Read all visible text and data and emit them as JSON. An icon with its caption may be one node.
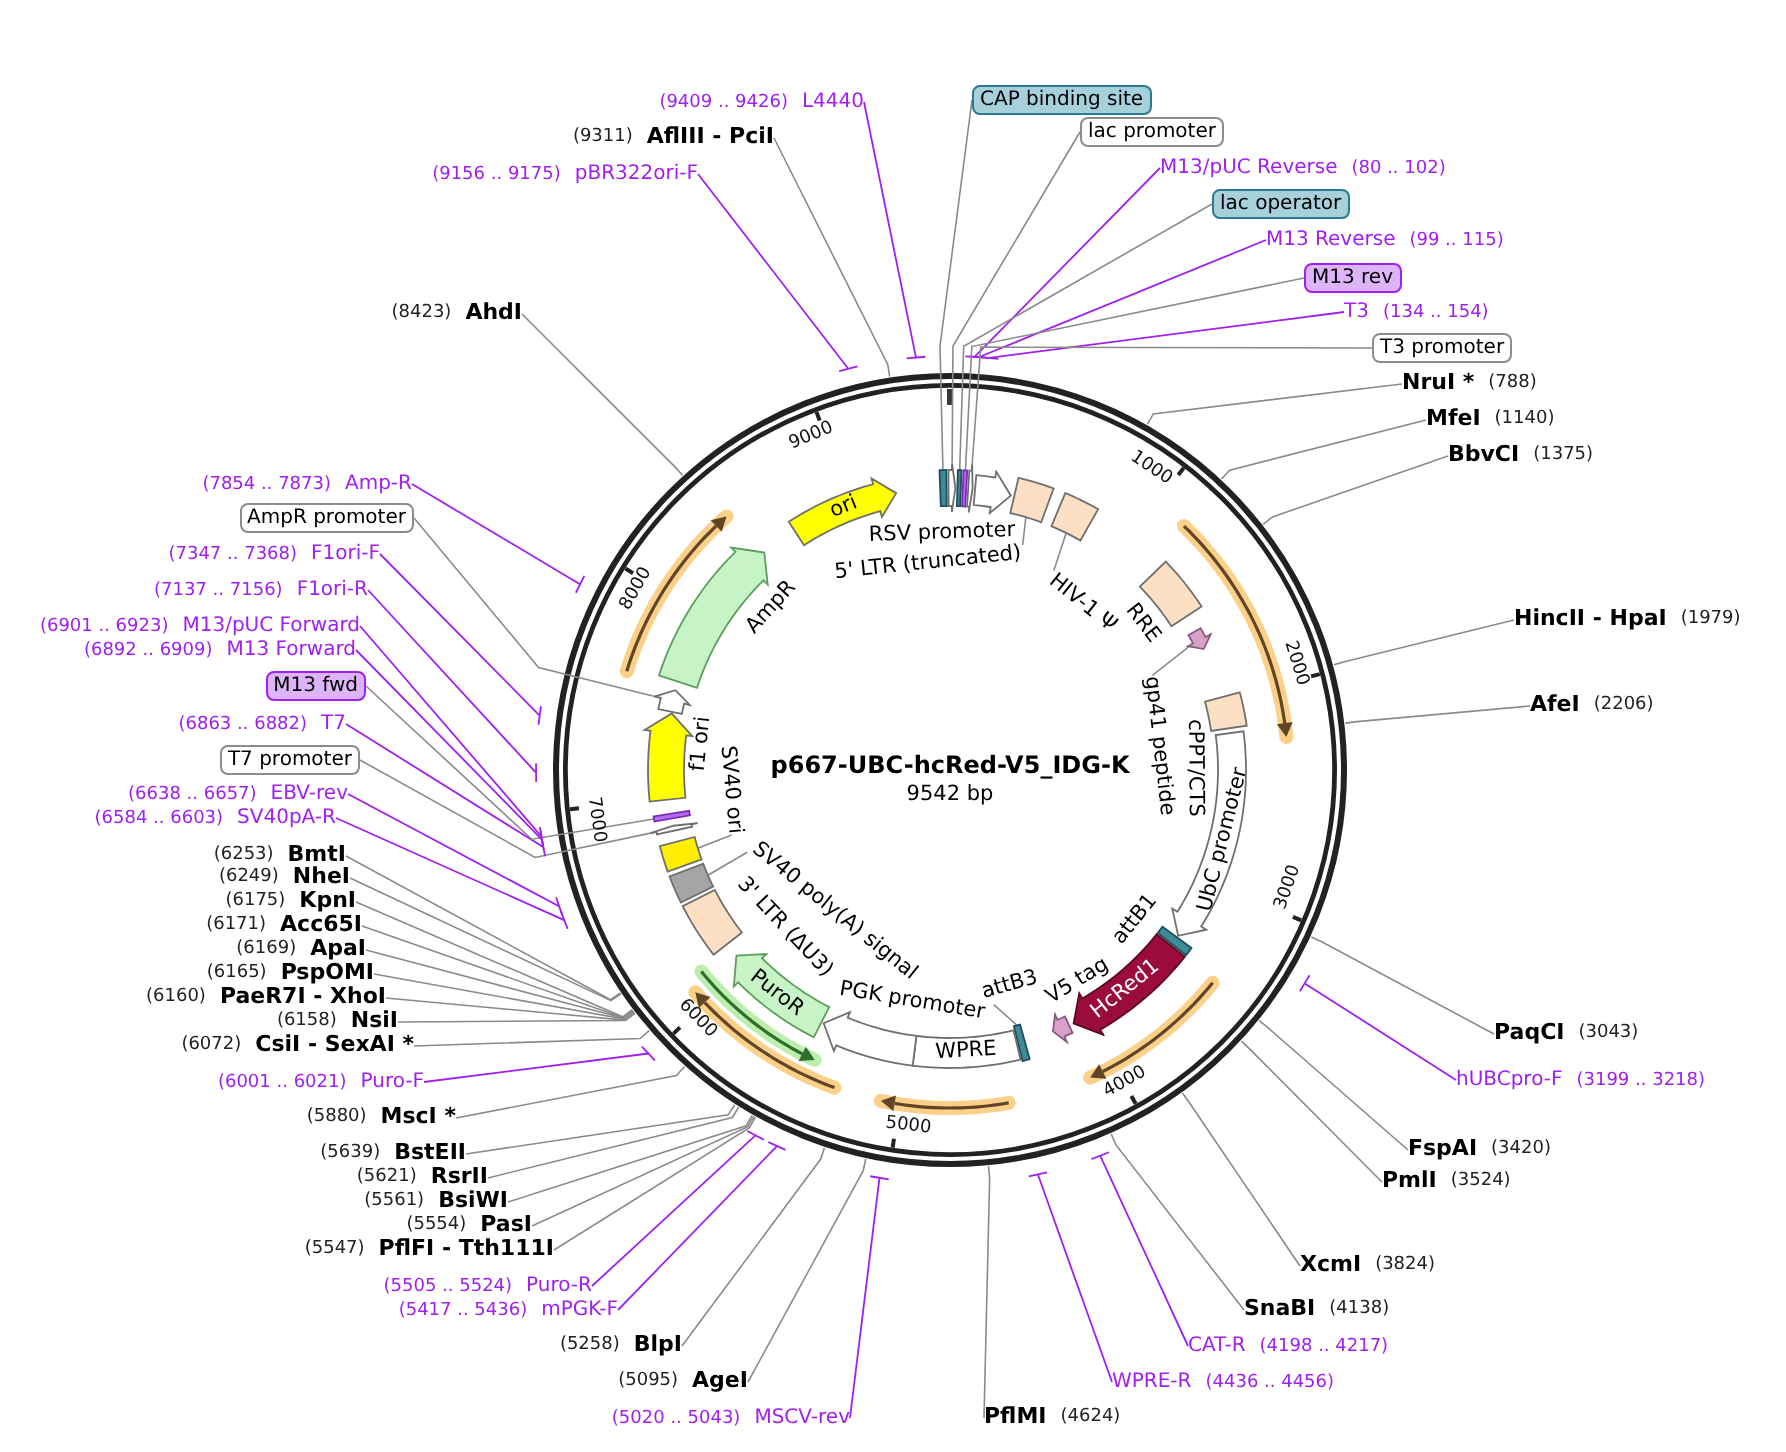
{
  "diagram": {
    "title": "p667-UBC-hcRed-V5_IDG-K",
    "nodes": [
      {
        "text": [
          "CAP binding site"
        ]
      },
      {
        "text": [
          "lac promoter"
        ]
      },
      {
        "text": [
          "M13/pUC Reverse",
          "(80 .. 102)"
        ]
      },
      {
        "text": [
          "lac operator"
        ]
      },
      {
        "text": [
          "M13 Reverse",
          "(99 .. 115)"
        ]
      },
      {
        "text": [
          "M13 rev"
        ]
      },
      {
        "text": [
          "T3",
          "(134 .. 154)"
        ]
      },
      {
        "text": [
          "T3 promoter"
        ]
      },
      {
        "text": [
          "NruI *",
          "(788)"
        ]
      },
      {
        "text": [
          "MfeI",
          "(1140)"
        ]
      },
      {
        "text": [
          "BbvCI",
          "(1375)"
        ]
      },
      {
        "text": [
          "HincII - HpaI",
          "(1979)"
        ]
      },
      {
        "text": [
          "AfeI",
          "(2206)"
        ]
      },
      {
        "text": [
          "PaqCI",
          "(3043)"
        ]
      },
      {
        "text": [
          "hUBCpro-F",
          "(3199 .. 3218)"
        ]
      },
      {
        "text": [
          "FspAI",
          "(3420)"
        ]
      },
      {
        "text": [
          "PmlI",
          "(3524)"
        ]
      },
      {
        "text": [
          "XcmI",
          "(3824)"
        ]
      },
      {
        "text": [
          "SnaBI",
          "(4138)"
        ]
      },
      {
        "text": [
          "CAT-R",
          "(4198 .. 4217)"
        ]
      },
      {
        "text": [
          "WPRE-R",
          "(4436 .. 4456)"
        ]
      },
      {
        "text": [
          "PflMI",
          "(4624)"
        ]
      },
      {
        "text": [
          "(5020 .. 5043)",
          "MSCV-rev"
        ]
      },
      {
        "text": [
          "(5095)",
          "AgeI"
        ]
      },
      {
        "text": [
          "(5258)",
          "BlpI"
        ]
      },
      {
        "text": [
          "(5417 .. 5436)",
          "mPGK-F"
        ]
      },
      {
        "text": [
          "(5505 .. 5524)",
          "Puro-R"
        ]
      },
      {
        "text": [
          "(5547)",
          "PflFI - Tth111I"
        ]
      },
      {
        "text": [
          "(5554)",
          "PasI"
        ]
      },
      {
        "text": [
          "(5561)",
          "BsiWI"
        ]
      },
      {
        "text": [
          "(5621)",
          "RsrII"
        ]
      },
      {
        "text": [
          "(5639)",
          "BstEII"
        ]
      },
      {
        "text": [
          "(5880)",
          "MscI *"
        ]
      },
      {
        "text": [
          "(6001 .. 6021)",
          "Puro-F"
        ]
      },
      {
        "text": [
          "(6072)",
          "CsiI - SexAI *"
        ]
      },
      {
        "text": [
          "(6158)",
          "NsiI"
        ]
      },
      {
        "text": [
          "(6160)",
          "PaeR7I - XhoI"
        ]
      },
      {
        "text": [
          "(6165)",
          "PspOMI"
        ]
      },
      {
        "text": [
          "(6169)",
          "ApaI"
        ]
      },
      {
        "text": [
          "(6171)",
          "Acc65I"
        ]
      },
      {
        "text": [
          "(6175)",
          "KpnI"
        ]
      },
      {
        "text": [
          "(6249)",
          "NheI"
        ]
      },
      {
        "text": [
          "(6253)",
          "BmtI"
        ]
      },
      {
        "text": [
          "(6584 .. 6603)",
          "SV40pA-R"
        ]
      },
      {
        "text": [
          "(6638 .. 6657)",
          "EBV-rev"
        ]
      },
      {
        "text": [
          "T7 promoter"
        ]
      },
      {
        "text": [
          "(6863 .. 6882)",
          "T7"
        ]
      },
      {
        "text": [
          "M13 fwd"
        ]
      },
      {
        "text": [
          "(6892 .. 6909)",
          "M13 Forward"
        ]
      },
      {
        "text": [
          "(6901 .. 6923)",
          "M13/pUC Forward"
        ]
      },
      {
        "text": [
          "(7137 .. 7156)",
          "F1ori-R"
        ]
      },
      {
        "text": [
          "(7347 .. 7368)",
          "F1ori-F"
        ]
      },
      {
        "text": [
          "AmpR promoter"
        ]
      },
      {
        "text": [
          "(7854 .. 7873)",
          "Amp-R"
        ]
      },
      {
        "text": [
          "(8423)",
          "AhdI"
        ]
      },
      {
        "text": [
          "(9156 .. 9175)",
          "pBR322ori-F"
        ]
      },
      {
        "text": [
          "(9311)",
          "AflIII - PciI"
        ]
      },
      {
        "text": [
          "(9409 .. 9426)",
          "L4440"
        ]
      },
      {
        "text": [],
        "shape": "arrow",
        "beside": [
          "RSV promoter"
        ]
      },
      {
        "text": [],
        "shape": "box"
      },
      {
        "text": [
          "5' LTR (truncated)"
        ]
      },
      {
        "text": [],
        "shape": "box"
      },
      {
        "text": [
          "HIV-1 Ψ"
        ]
      },
      {
        "text": [],
        "shape": "box",
        "beside": [
          "RRE"
        ]
      },
      {
        "text": [],
        "shape": "arrow"
      },
      {
        "text": [
          "gp41 peptide"
        ]
      },
      {
        "text": [],
        "shape": "box",
        "beside": [
          "cPPT/CTS"
        ]
      },
      {
        "text": [
          "UbC promoter"
        ]
      },
      {
        "text": [],
        "shape": "box",
        "beside": [
          "attB1"
        ]
      },
      {
        "text": [
          "HcRed1"
        ]
      },
      {
        "text": [],
        "shape": "arrow"
      },
      {
        "text": [],
        "shape": "box"
      },
      {
        "text": [
          "attB3"
        ]
      },
      {
        "text": [
          "WPRE"
        ]
      },
      {
        "text": [],
        "shape": "arrow",
        "beside": [
          "PGK promoter"
        ]
      },
      {
        "text": [
          "PuroR"
        ]
      },
      {
        "text": [],
        "shape": "box",
        "beside": [
          "3' LTR (ΔU3)"
        ]
      },
      {
        "text": [],
        "shape": "box"
      },
      {
        "text": [
          "SV40 poly(A) signal"
        ]
      },
      {
        "text": [],
        "shape": "box"
      },
      {
        "text": [
          "SV40 ori"
        ]
      },
      {
        "text": [],
        "shape": "arrow",
        "beside": [
          "f1 ori"
        ]
      },
      {
        "text": [],
        "shape": "arrow"
      },
      {
        "text": [],
        "shape": "arrow",
        "beside": [
          "AmpR"
        ]
      },
      {
        "text": [
          "ori"
        ]
      },
      {
        "text": [],
        "shape": "box"
      },
      {
        "text": [],
        "shape": "arrow"
      },
      {
        "text": [],
        "shape": "box"
      },
      {
        "text": [],
        "shape": "box"
      },
      {
        "text": [],
        "shape": "arrow"
      },
      {
        "text": [],
        "shape": "arrow"
      },
      {
        "text": [],
        "shape": "box"
      }
    ],
    "edges": [
      {
        "from": 0,
        "to": 85,
        "arrow": "none"
      },
      {
        "from": 1,
        "to": 86,
        "arrow": "none"
      },
      {
        "from": 2,
        "to": null,
        "arrow": "none",
        "color": "#a020f0"
      },
      {
        "from": 3,
        "to": 87,
        "arrow": "none"
      },
      {
        "from": 4,
        "to": null,
        "arrow": "none",
        "color": "#a020f0"
      },
      {
        "from": 5,
        "to": 88,
        "arrow": "none"
      },
      {
        "from": 6,
        "to": null,
        "arrow": "none",
        "color": "#a020f0"
      },
      {
        "from": 7,
        "to": 89,
        "arrow": "none"
      },
      {
        "from": 8,
        "to": null,
        "arrow": "none"
      },
      {
        "from": 9,
        "to": null,
        "arrow": "none"
      },
      {
        "from": 10,
        "to": null,
        "arrow": "none"
      },
      {
        "from": 11,
        "to": null,
        "arrow": "none"
      },
      {
        "from": 12,
        "to": null,
        "arrow": "none"
      },
      {
        "from": 13,
        "to": null,
        "arrow": "none"
      },
      {
        "from": 14,
        "to": null,
        "arrow": "none",
        "color": "#a020f0"
      },
      {
        "from": 15,
        "to": null,
        "arrow": "none"
      },
      {
        "from": 16,
        "to": null,
        "arrow": "none"
      },
      {
        "from": 17,
        "to": null,
        "arrow": "none"
      },
      {
        "from": 18,
        "to": null,
        "arrow": "none"
      },
      {
        "from": 19,
        "to": null,
        "arrow": "none",
        "color": "#a020f0"
      },
      {
        "from": 20,
        "to": null,
        "arrow": "none",
        "color": "#a020f0"
      },
      {
        "from": 21,
        "to": null,
        "arrow": "none"
      },
      {
        "from": 22,
        "to": null,
        "arrow": "none",
        "color": "#a020f0"
      },
      {
        "from": 23,
        "to": null,
        "arrow": "none"
      },
      {
        "from": 24,
        "to": null,
        "arrow": "none"
      },
      {
        "from": 25,
        "to": null,
        "arrow": "none",
        "color": "#a020f0"
      },
      {
        "from": 26,
        "to": null,
        "arrow": "none",
        "color": "#a020f0"
      },
      {
        "from": 27,
        "to": null,
        "arrow": "none"
      },
      {
        "from": 28,
        "to": null,
        "arrow": "none"
      },
      {
        "from": 29,
        "to": null,
        "arrow": "none"
      },
      {
        "from": 30,
        "to": null,
        "arrow": "none"
      },
      {
        "from": 31,
        "to": null,
        "arrow": "none"
      },
      {
        "from": 32,
        "to": null,
        "arrow": "none"
      },
      {
        "from": 33,
        "to": null,
        "arrow": "none",
        "color": "#a020f0"
      },
      {
        "from": 34,
        "to": null,
        "arrow": "none"
      },
      {
        "from": 35,
        "to": null,
        "arrow": "none"
      },
      {
        "from": 36,
        "to": null,
        "arrow": "none"
      },
      {
        "from": 37,
        "to": null,
        "arrow": "none"
      },
      {
        "from": 38,
        "to": null,
        "arrow": "none"
      },
      {
        "from": 39,
        "to": null,
        "arrow": "none"
      },
      {
        "from": 40,
        "to": null,
        "arrow": "none"
      },
      {
        "from": 41,
        "to": null,
        "arrow": "none"
      },
      {
        "from": 42,
        "to": null,
        "arrow": "none"
      },
      {
        "from": 43,
        "to": null,
        "arrow": "none",
        "color": "#a020f0"
      },
      {
        "from": 44,
        "to": null,
        "arrow": "none",
        "color": "#a020f0"
      },
      {
        "from": 45,
        "to": 90,
        "arrow": "none"
      },
      {
        "from": 46,
        "to": null,
        "arrow": "none",
        "color": "#a020f0"
      },
      {
        "from": 47,
        "to": 91,
        "arrow": "none"
      },
      {
        "from": 48,
        "to": null,
        "arrow": "none",
        "color": "#a020f0"
      },
      {
        "from": 49,
        "to": null,
        "arrow": "none",
        "color": "#a020f0"
      },
      {
        "from": 50,
        "to": null,
        "arrow": "none",
        "color": "#a020f0"
      },
      {
        "from": 51,
        "to": null,
        "arrow": "none",
        "color": "#a020f0"
      },
      {
        "from": 52,
        "to": 82,
        "arrow": "none"
      },
      {
        "from": 53,
        "to": null,
        "arrow": "none",
        "color": "#a020f0"
      },
      {
        "from": 54,
        "to": null,
        "arrow": "none"
      },
      {
        "from": 55,
        "to": null,
        "arrow": "none",
        "color": "#a020f0"
      },
      {
        "from": 56,
        "to": null,
        "arrow": "none"
      },
      {
        "from": 57,
        "to": null,
        "arrow": "none",
        "color": "#a020f0"
      },
      {
        "from": 60,
        "to": 59,
        "arrow": "none"
      },
      {
        "from": 62,
        "to": 61,
        "arrow": "none"
      },
      {
        "from": 65,
        "to": 64,
        "arrow": "none"
      },
      {
        "from": 72,
        "to": 71,
        "arrow": "none"
      },
      {
        "from": 78,
        "to": 77,
        "arrow": "none"
      },
      {
        "from": 80,
        "to": 79,
        "arrow": "none"
      }
    ],
    "labels": [
      "9542 bp",
      "1000",
      "2000",
      "3000",
      "4000",
      "5000",
      "6000",
      "7000",
      "8000",
      "9000",
      "V5 tag"
    ]
  }
}
